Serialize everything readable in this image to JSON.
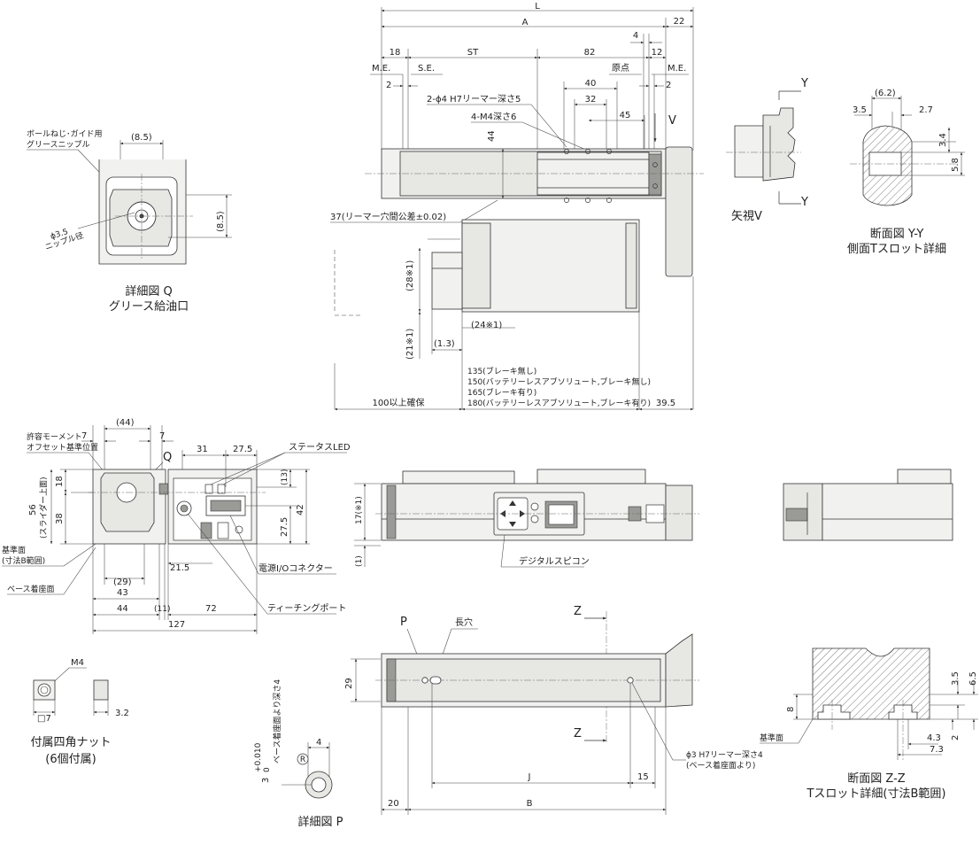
{
  "top_view": {
    "dim_L": "L",
    "dim_A": "A",
    "dim_22": "22",
    "dim_18": "18",
    "dim_ST": "ST",
    "dim_82": "82",
    "dim_4": "4",
    "dim_12": "12",
    "me_left": "M.E.",
    "se": "S.E.",
    "origin": "原点",
    "me_right": "M.E.",
    "dim_2_left": "2",
    "dim_2_right": "2",
    "dim_40": "40",
    "dim_32": "32",
    "dim_45": "45",
    "reamer_label": "2-ϕ4 H7リーマー深さ5",
    "tap_label": "4-M4深さ6",
    "view_v": "V",
    "dim_44": "44",
    "reamer_tol": "37(リーマー穴間公差±0.02)",
    "dim_28": "(28※1)",
    "dim_21": "(21※1)",
    "dim_24": "(24※1)",
    "dim_1_3": "(1.3)",
    "motor_len_1": "135(ブレーキ無し)",
    "motor_len_2": "150(バッテリーレスアブソリュート,ブレーキ無し)",
    "motor_len_3": "165(ブレーキ有り)",
    "motor_len_4": "180(バッテリーレスアブソリュート,ブレーキ有り)",
    "clearance": "100以上確保",
    "dim_39_5": "39.5"
  },
  "view_v_block": {
    "y_top": "Y",
    "y_bottom": "Y",
    "caption": "矢視V"
  },
  "section_yy": {
    "dim_6_2": "(6.2)",
    "dim_3_5": "3.5",
    "dim_2_7": "2.7",
    "dim_3_4": "3.4",
    "dim_5_8": "5.8",
    "caption_1": "断面図 Y-Y",
    "caption_2": "側面Tスロット詳細"
  },
  "detail_q": {
    "nipple_label_1": "ボールねじ･ガイド用",
    "nipple_label_2": "グリースニップル",
    "dim_8_5_top": "(8.5)",
    "dim_8_5_side": "(8.5)",
    "nipple_dia_1": "ϕ3.5",
    "nipple_dia_2": "ニップル径",
    "caption_1": "詳細図 Q",
    "caption_2": "グリース給油口"
  },
  "end_view": {
    "moment_1": "許容モーメント",
    "moment_2": "オフセット基準位置",
    "dim_7_left": "7",
    "dim_44_top": "(44)",
    "dim_7_right": "7",
    "q_label": "Q",
    "dim_31": "31",
    "dim_27_5_top": "27.5",
    "status_led": "ステータスLED",
    "dim_13": "(13)",
    "dim_18": "18",
    "dim_56_1": "56",
    "dim_56_2": "(スライダー上面)",
    "dim_38": "38",
    "dim_27_5_side": "27.5",
    "dim_42": "42",
    "base_1": "基準面",
    "base_2": "(寸法B範囲)",
    "dim_21_5": "21.5",
    "dim_29": "(29)",
    "dim_43": "43",
    "base_mount": "ベース着座面",
    "connector": "電源I/Oコネクター",
    "dim_44_bottom": "44",
    "dim_11": "(11)",
    "dim_72": "72",
    "teaching_port": "ティーチングポート",
    "dim_127": "127"
  },
  "side_view": {
    "dim_17": "17(※1)",
    "dim_1": "(1)",
    "digital_spicon": "デジタルスピコン"
  },
  "bottom_view": {
    "p_label": "P",
    "slot_label": "長穴",
    "z_top": "Z",
    "z_bottom": "Z",
    "dim_29": "29",
    "hole_label_1": "ϕ3 H7リーマー深さ4",
    "hole_label_2": "(ベース着座面より)",
    "dim_J": "J",
    "dim_15": "15",
    "dim_20": "20",
    "dim_B": "B"
  },
  "nut": {
    "m4": "M4",
    "sq7": "□7",
    "dim_3_2": "3.2",
    "caption_1": "付属四角ナット",
    "caption_2": "(6個付属)"
  },
  "detail_p": {
    "tol_3": "3",
    "tol_upper": "+0.010",
    "tol_lower": "0",
    "depth": "ベース着座面より深さ4",
    "dim_4": "4",
    "r_label": "R",
    "caption": "詳細図 P"
  },
  "section_zz": {
    "dim_3_5": "3.5",
    "dim_6_5": "6.5",
    "dim_8": "8",
    "base_face": "基準面",
    "dim_4_3": "4.3",
    "dim_2": "2",
    "dim_7_3": "7.3",
    "caption_1": "断面図 Z-Z",
    "caption_2": "Tスロット詳細(寸法B範囲)"
  }
}
